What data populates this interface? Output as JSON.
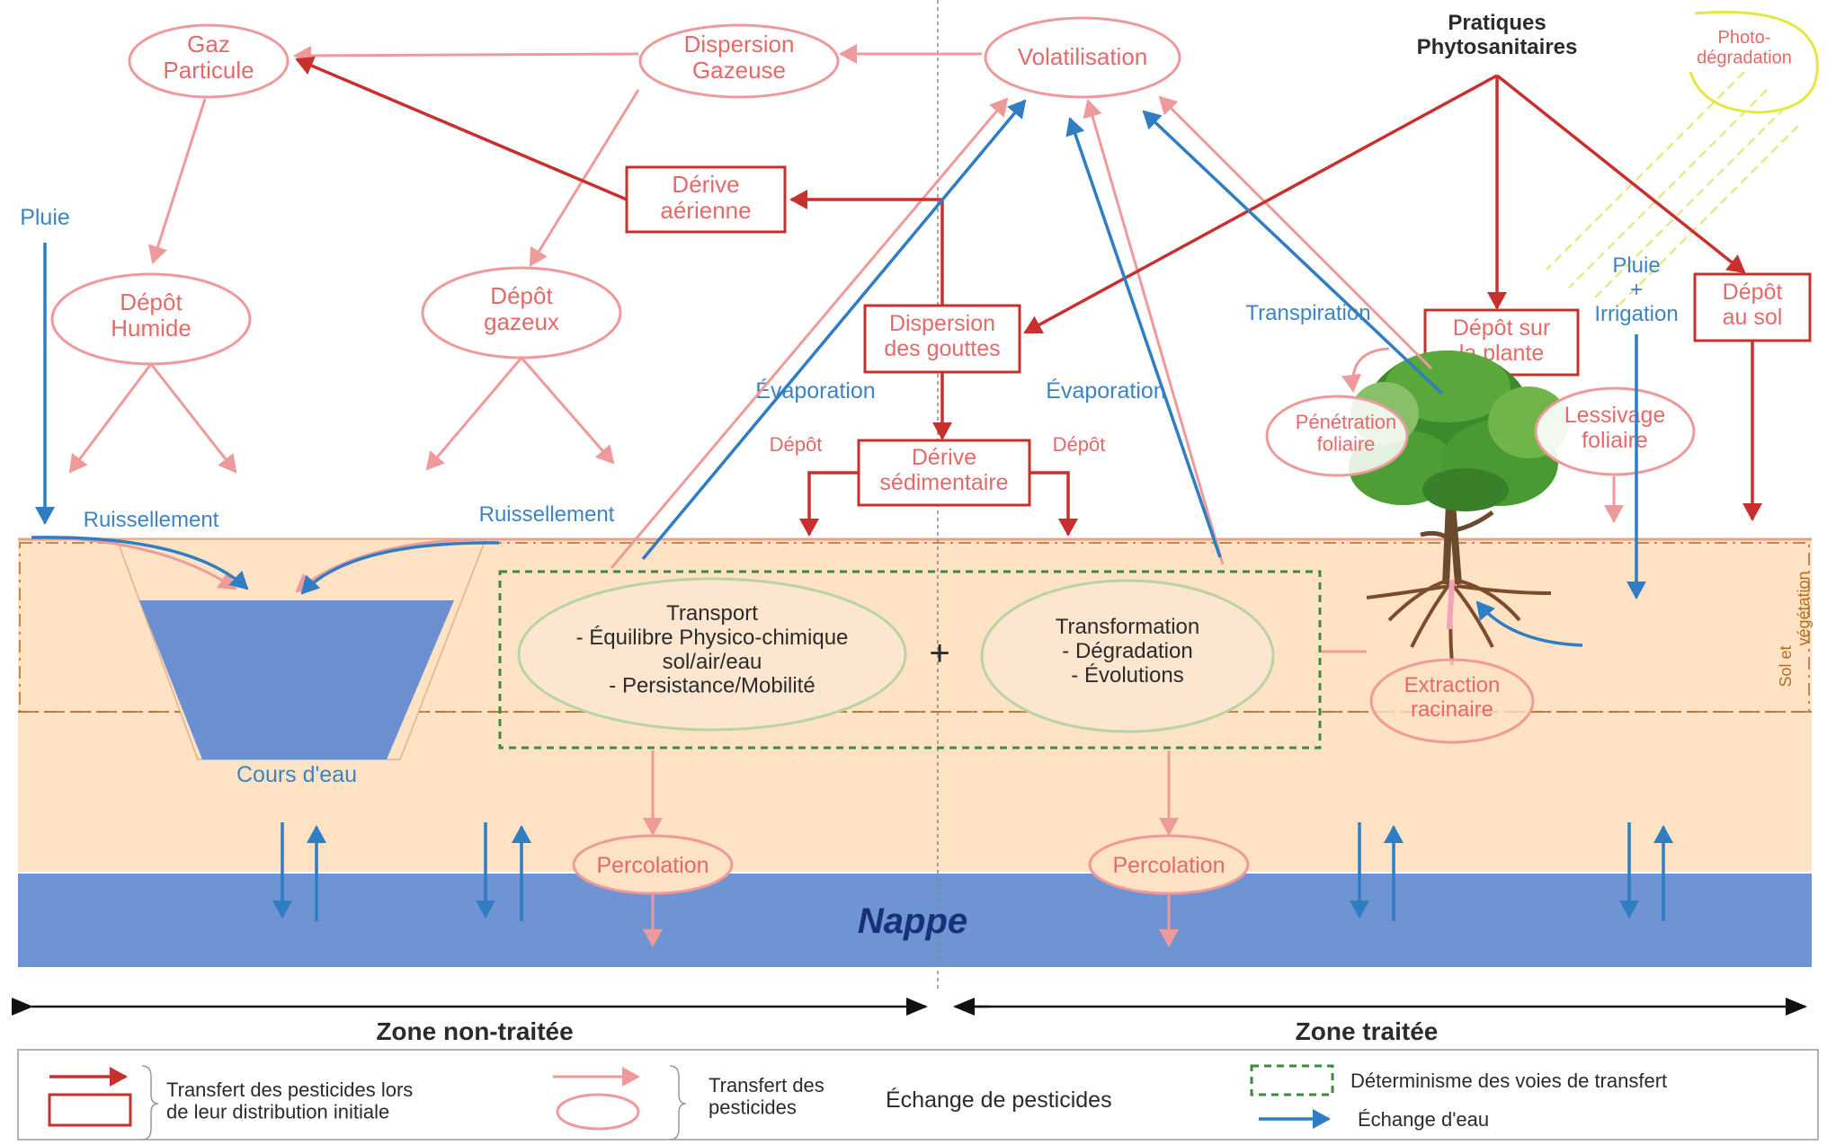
{
  "colors": {
    "red_dark": "#c8302e",
    "red_light": "#ef9a9a",
    "blue": "#2f7dc2",
    "soil": "#fde2c4",
    "water": "#6f94d4",
    "green_dash": "#3e8a3e",
    "ellipse_green": "#b9d3a5"
  },
  "nodes": {
    "gaz_particule": "Gaz\nParticule",
    "dispersion_gazeuse": "Dispersion\nGazeuse",
    "volatilisation": "Volatilisation",
    "pratiques": "Pratiques\nPhytosanitaires",
    "photodegradation": "Photo-\ndégradation",
    "pluie": "Pluie",
    "derive_aerienne": "Dérive\naérienne",
    "depot_humide": "Dépôt\nHumide",
    "depot_gazeux": "Dépôt\ngazeux",
    "dispersion_gouttes": "Dispersion\ndes gouttes",
    "pluie_irrigation": "Pluie\n+\nIrrigation",
    "depot_sol": "Dépôt\nau sol",
    "transpiration": "Transpiration",
    "depot_plante": "Dépôt sur\nla plante",
    "evaporation_left": "Évaporation",
    "evaporation_right": "Évaporation",
    "depot_left": "Dépôt",
    "depot_right": "Dépôt",
    "derive_sedimentaire": "Dérive\nsédimentaire",
    "penetration_foliaire": "Pénétration\nfoliaire",
    "lessivage_foliaire": "Lessivage\nfoliaire",
    "ruissellement_left": "Ruissellement",
    "ruissellement_right": "Ruissellement",
    "transport": "Transport\n- Équilibre Physico-chimique\nsol/air/eau\n- Persistance/Mobilité",
    "plus": "+",
    "transformation": "Transformation\n- Dégradation\n- Évolutions",
    "extraction": "Extraction\nracinaire",
    "sol_vegetation": "Sol et\nvégétation",
    "cours_eau": "Cours d'eau",
    "percolation_left": "Percolation",
    "percolation_right": "Percolation",
    "nappe": "Nappe"
  },
  "zones": {
    "non_traitee": "Zone non-traitée",
    "traitee": "Zone traitée"
  },
  "legend": {
    "transfer_initial": "Transfert des pesticides lors\nde leur distribution initiale",
    "transfer": "Transfert des\npesticides",
    "echange_pesticides": "Échange de pesticides",
    "determinisme": "Déterminisme des voies de transfert",
    "echange_eau": "Échange d'eau"
  },
  "icons": {
    "tree": "tree-icon",
    "sun": "sun-icon"
  }
}
